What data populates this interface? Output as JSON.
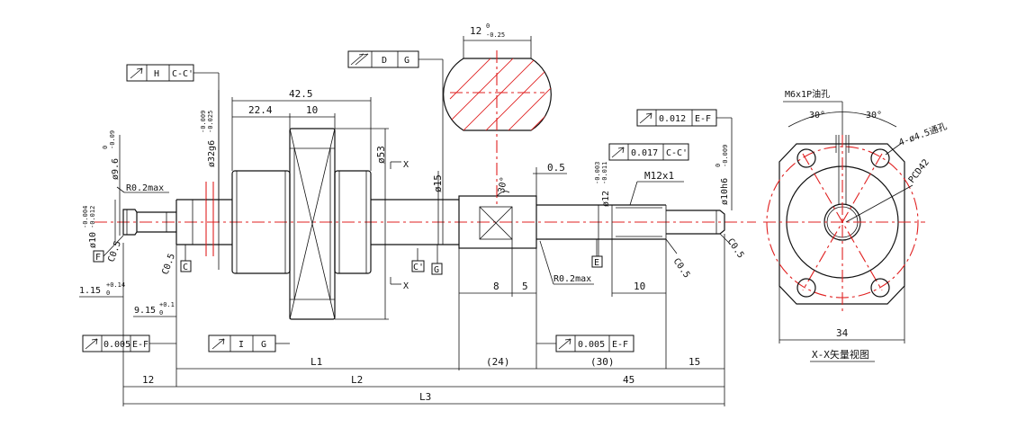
{
  "colors": {
    "line": "#111111",
    "centerline": "#e02020",
    "background": "#ffffff"
  },
  "tolerance_frames": {
    "top_left": {
      "icon": "runout-arrow-icon",
      "value": "H",
      "datum": "C-C'"
    },
    "top_middle": {
      "icon": "total-runout-arrow-icon",
      "value": "D",
      "datum": "G"
    },
    "right_top": {
      "icon": "runout-arrow-icon",
      "value": "0.012",
      "datum": "E-F"
    },
    "right_mid": {
      "icon": "runout-arrow-icon",
      "value": "0.017",
      "datum": "C-C'"
    },
    "bottom_left": {
      "icon": "runout-arrow-icon",
      "value": "0.005",
      "datum": "E-F"
    },
    "bottom_mid": {
      "icon": "runout-arrow-icon",
      "value": "I",
      "datum": "G"
    },
    "bottom_right": {
      "icon": "runout-arrow-icon",
      "value": "0.005",
      "datum": "E-F"
    }
  },
  "datums": {
    "F": "F",
    "C": "C",
    "C_prime": "C'",
    "G": "G",
    "E": "E"
  },
  "dimensions": {
    "d_42_5": "42.5",
    "d_22_4": "22.4",
    "d_10_top": "10",
    "d_53": "ø53",
    "d_15": "ø15",
    "d_32": "ø32g6",
    "d_32_tol_hi": "-0.009",
    "d_32_tol_lo": "-0.025",
    "d_9_6": "ø9.6",
    "d_9_6_tol_hi": "0",
    "d_9_6_tol_lo": "-0.09",
    "d_10_left": "ø10",
    "d_10_left_tol_hi": "-0.004",
    "d_10_left_tol_lo": "-0.012",
    "r02_left": "R0.2max",
    "c05_a": "C0.5",
    "c05_b": "C0.5",
    "d_1_15": "1.15",
    "d_1_15_tol_hi": "+0.14",
    "d_1_15_tol_lo": "0",
    "d_9_15": "9.15",
    "d_9_15_tol_hi": "+0.1",
    "d_9_15_tol_lo": "0",
    "section_x_top": "X",
    "section_x_bottom": "X",
    "d_12_section": "12",
    "d_12_section_tol_hi": "0",
    "d_12_section_tol_lo": "-0.25",
    "angle_30": "30°",
    "d_0_5": "0.5",
    "d_12": "ø12",
    "d_12_tol_hi": "-0.003",
    "d_12_tol_lo": "-0.011",
    "thread": "M12x1",
    "d_10h6": "ø10h6",
    "d_10h6_tol_hi": "0",
    "d_10h6_tol_lo": "-0.009",
    "r02_mid": "R0.2max",
    "c05_c": "C0.5",
    "c05_d": "C0.5",
    "d_8": "8",
    "d_5": "5",
    "d_10_right": "10",
    "L1": "L1",
    "d_24": "(24)",
    "d_30": "(30)",
    "d_15_bottom": "15",
    "d_12_bottom": "12",
    "L2": "L2",
    "d_45": "45",
    "L3": "L3"
  },
  "side_view": {
    "oil_hole": "M6x1P油孔",
    "angle_left": "30°",
    "angle_right": "30°",
    "holes": "4-ø4.5通孔",
    "pcd": "PCD42",
    "width": "34",
    "title": "X-X矢量视图"
  }
}
